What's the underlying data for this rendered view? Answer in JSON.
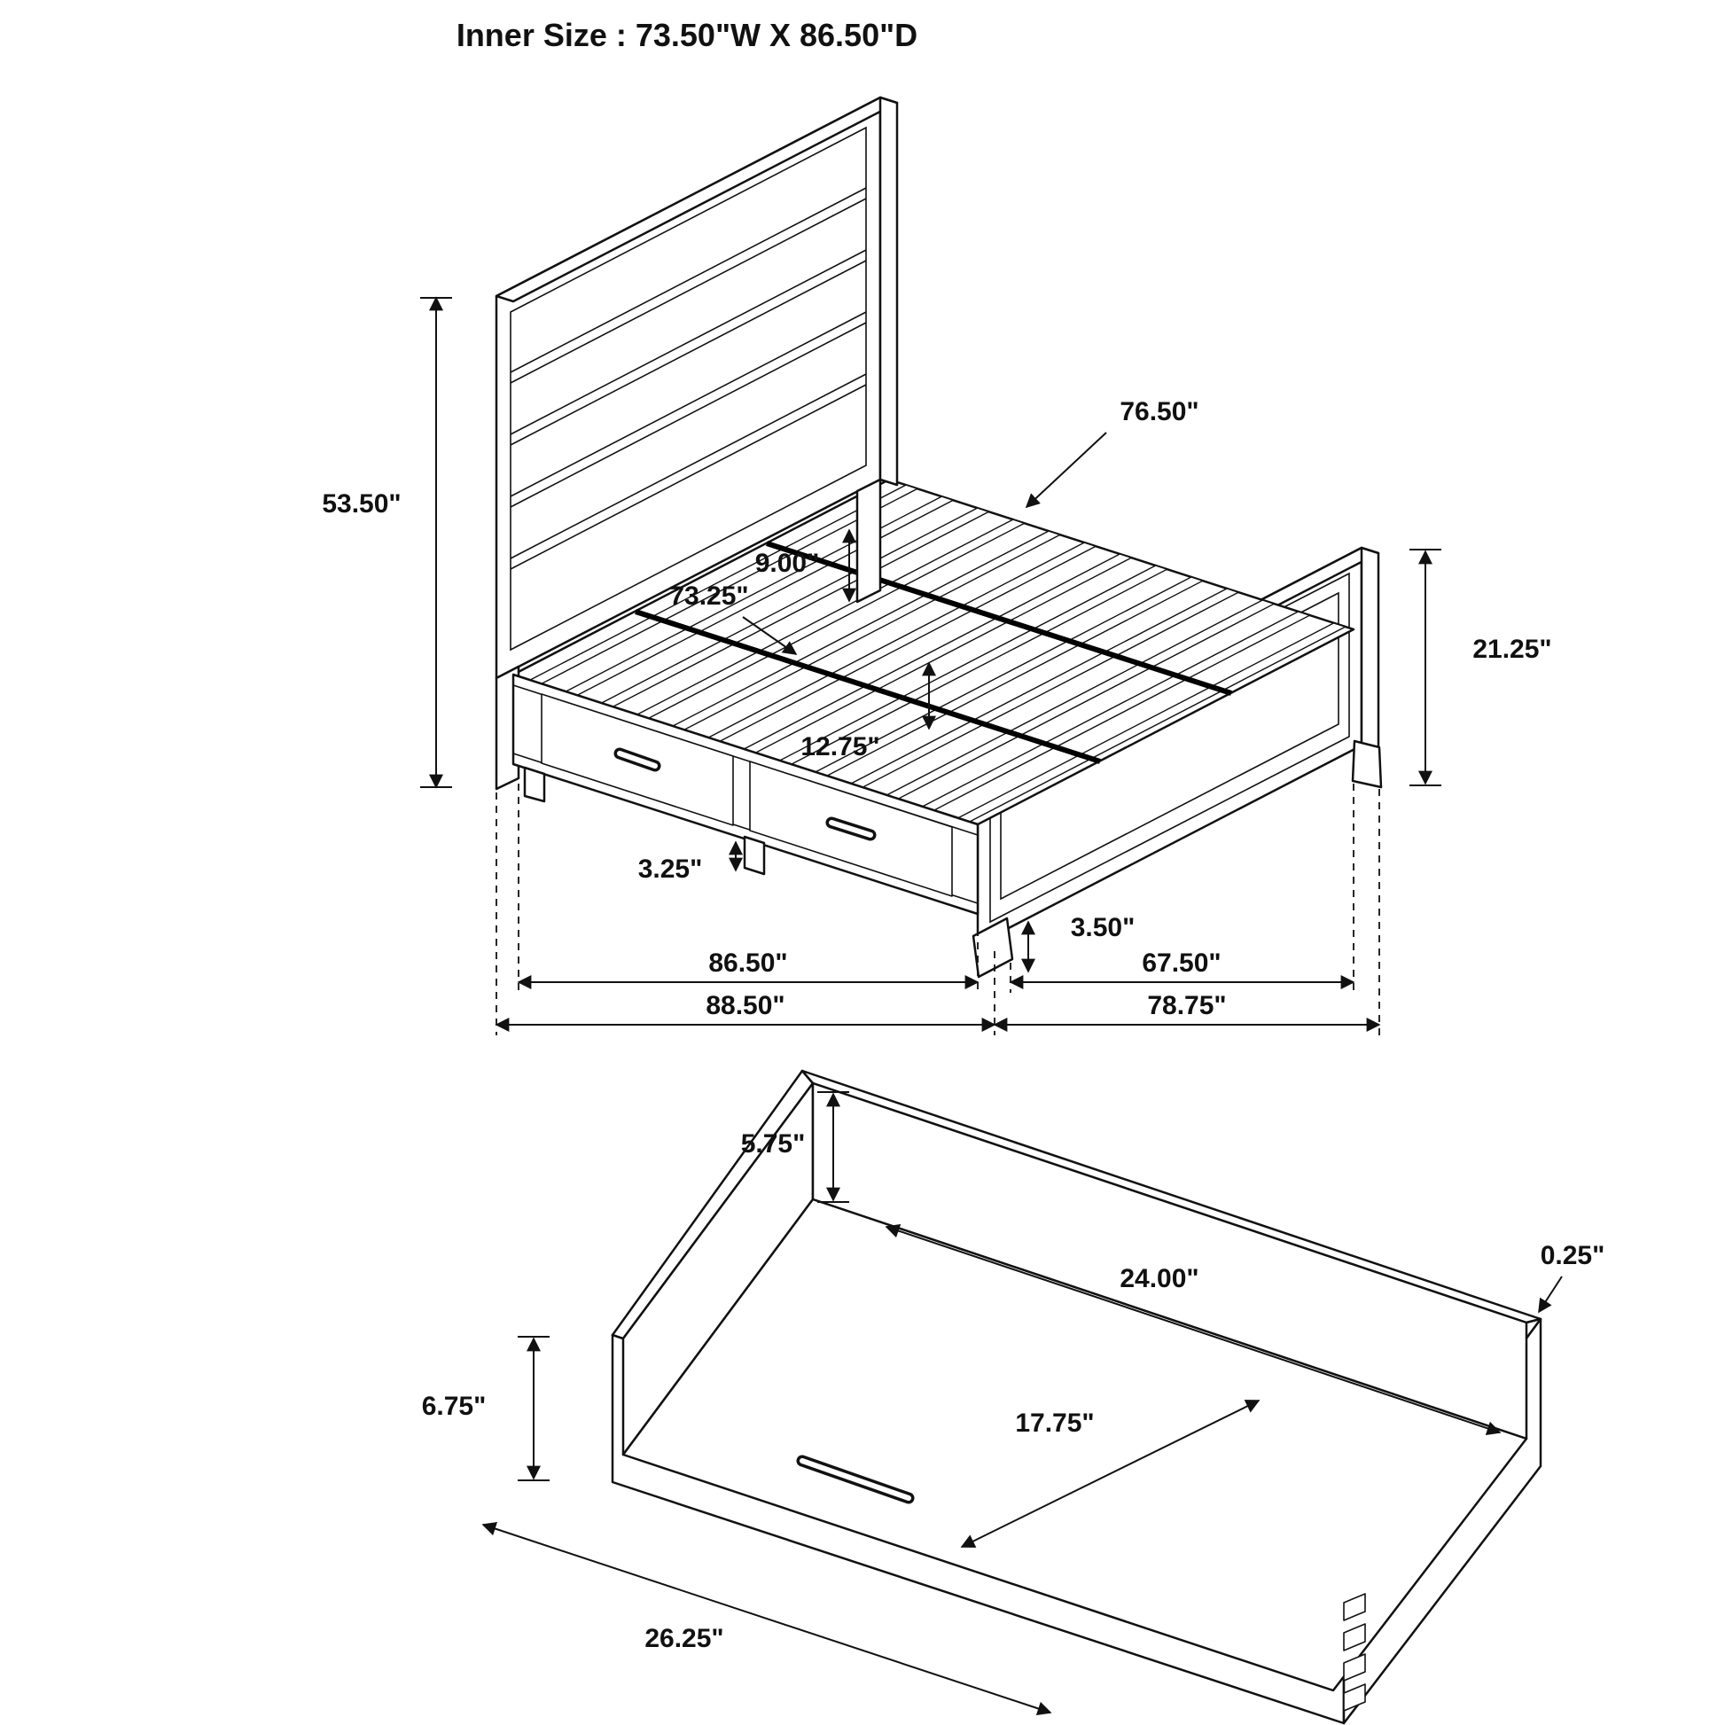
{
  "title": "Inner Size : 73.50\"W X 86.50\"D",
  "bed": {
    "dim_900": "9.00\"",
    "dim_7650": "76.50\"",
    "dim_7325": "73.25\"",
    "dim_5350": "53.50\"",
    "dim_2125": "21.25\"",
    "dim_1275": "12.75\"",
    "dim_350": "3.50\"",
    "dim_325": "3.25\"",
    "dim_8650": "86.50\"",
    "dim_6750": "67.50\"",
    "dim_8850": "88.50\"",
    "dim_7875": "78.75\""
  },
  "drawer": {
    "dim_575": "5.75\"",
    "dim_2400": "24.00\"",
    "dim_025": "0.25\"",
    "dim_675": "6.75\"",
    "dim_1775": "17.75\"",
    "dim_2625": "26.25\""
  },
  "colors": {
    "line": "#111111",
    "background": "#ffffff"
  }
}
